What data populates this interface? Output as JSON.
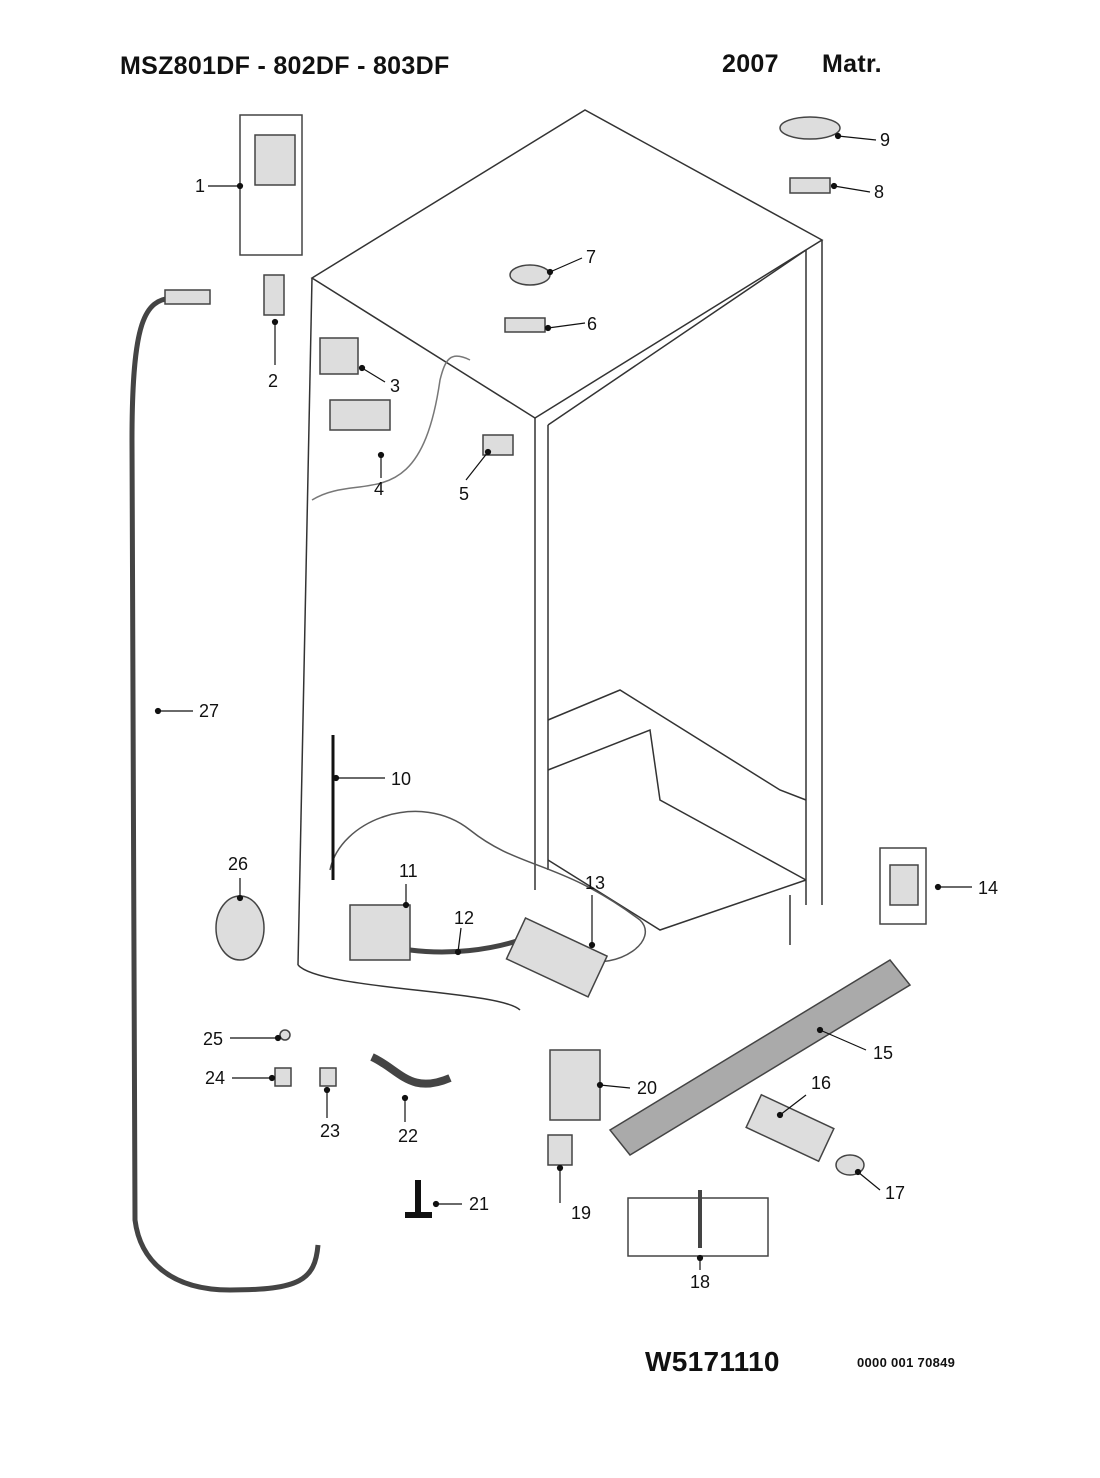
{
  "header": {
    "title": "MSZ801DF - 802DF - 803DF",
    "year": "2007",
    "matr": "Matr."
  },
  "footer": {
    "code": "W5171110",
    "number": "0000 001 70849"
  },
  "callouts": [
    "1",
    "2",
    "3",
    "4",
    "5",
    "6",
    "7",
    "8",
    "9",
    "10",
    "11",
    "12",
    "13",
    "14",
    "15",
    "16",
    "17",
    "18",
    "19",
    "20",
    "21",
    "22",
    "23",
    "24",
    "25",
    "26",
    "27"
  ]
}
